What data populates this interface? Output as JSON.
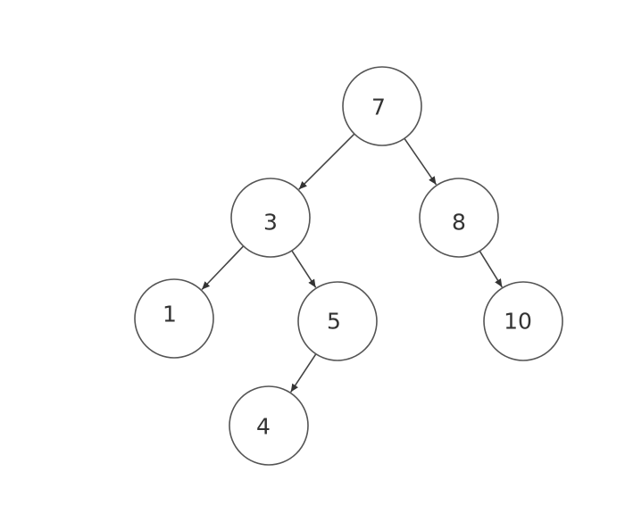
{
  "nodes": [
    {
      "id": "n7",
      "label": "7"
    },
    {
      "id": "n3",
      "label": "3"
    },
    {
      "id": "n8",
      "label": "8"
    },
    {
      "id": "n1",
      "label": "1"
    },
    {
      "id": "n5",
      "label": "5"
    },
    {
      "id": "n10",
      "label": "10"
    },
    {
      "id": "n4",
      "label": "4"
    }
  ],
  "edges": [
    {
      "from": "n7",
      "to": "n3"
    },
    {
      "from": "n7",
      "to": "n8"
    },
    {
      "from": "n3",
      "to": "n1"
    },
    {
      "from": "n3",
      "to": "n5"
    },
    {
      "from": "n5",
      "to": "n4"
    },
    {
      "from": "n8",
      "to": "n10"
    }
  ],
  "colors": {
    "node_stroke": "#555555",
    "edge_stroke": "#444444",
    "label": "#333333",
    "background": "#ffffff"
  }
}
